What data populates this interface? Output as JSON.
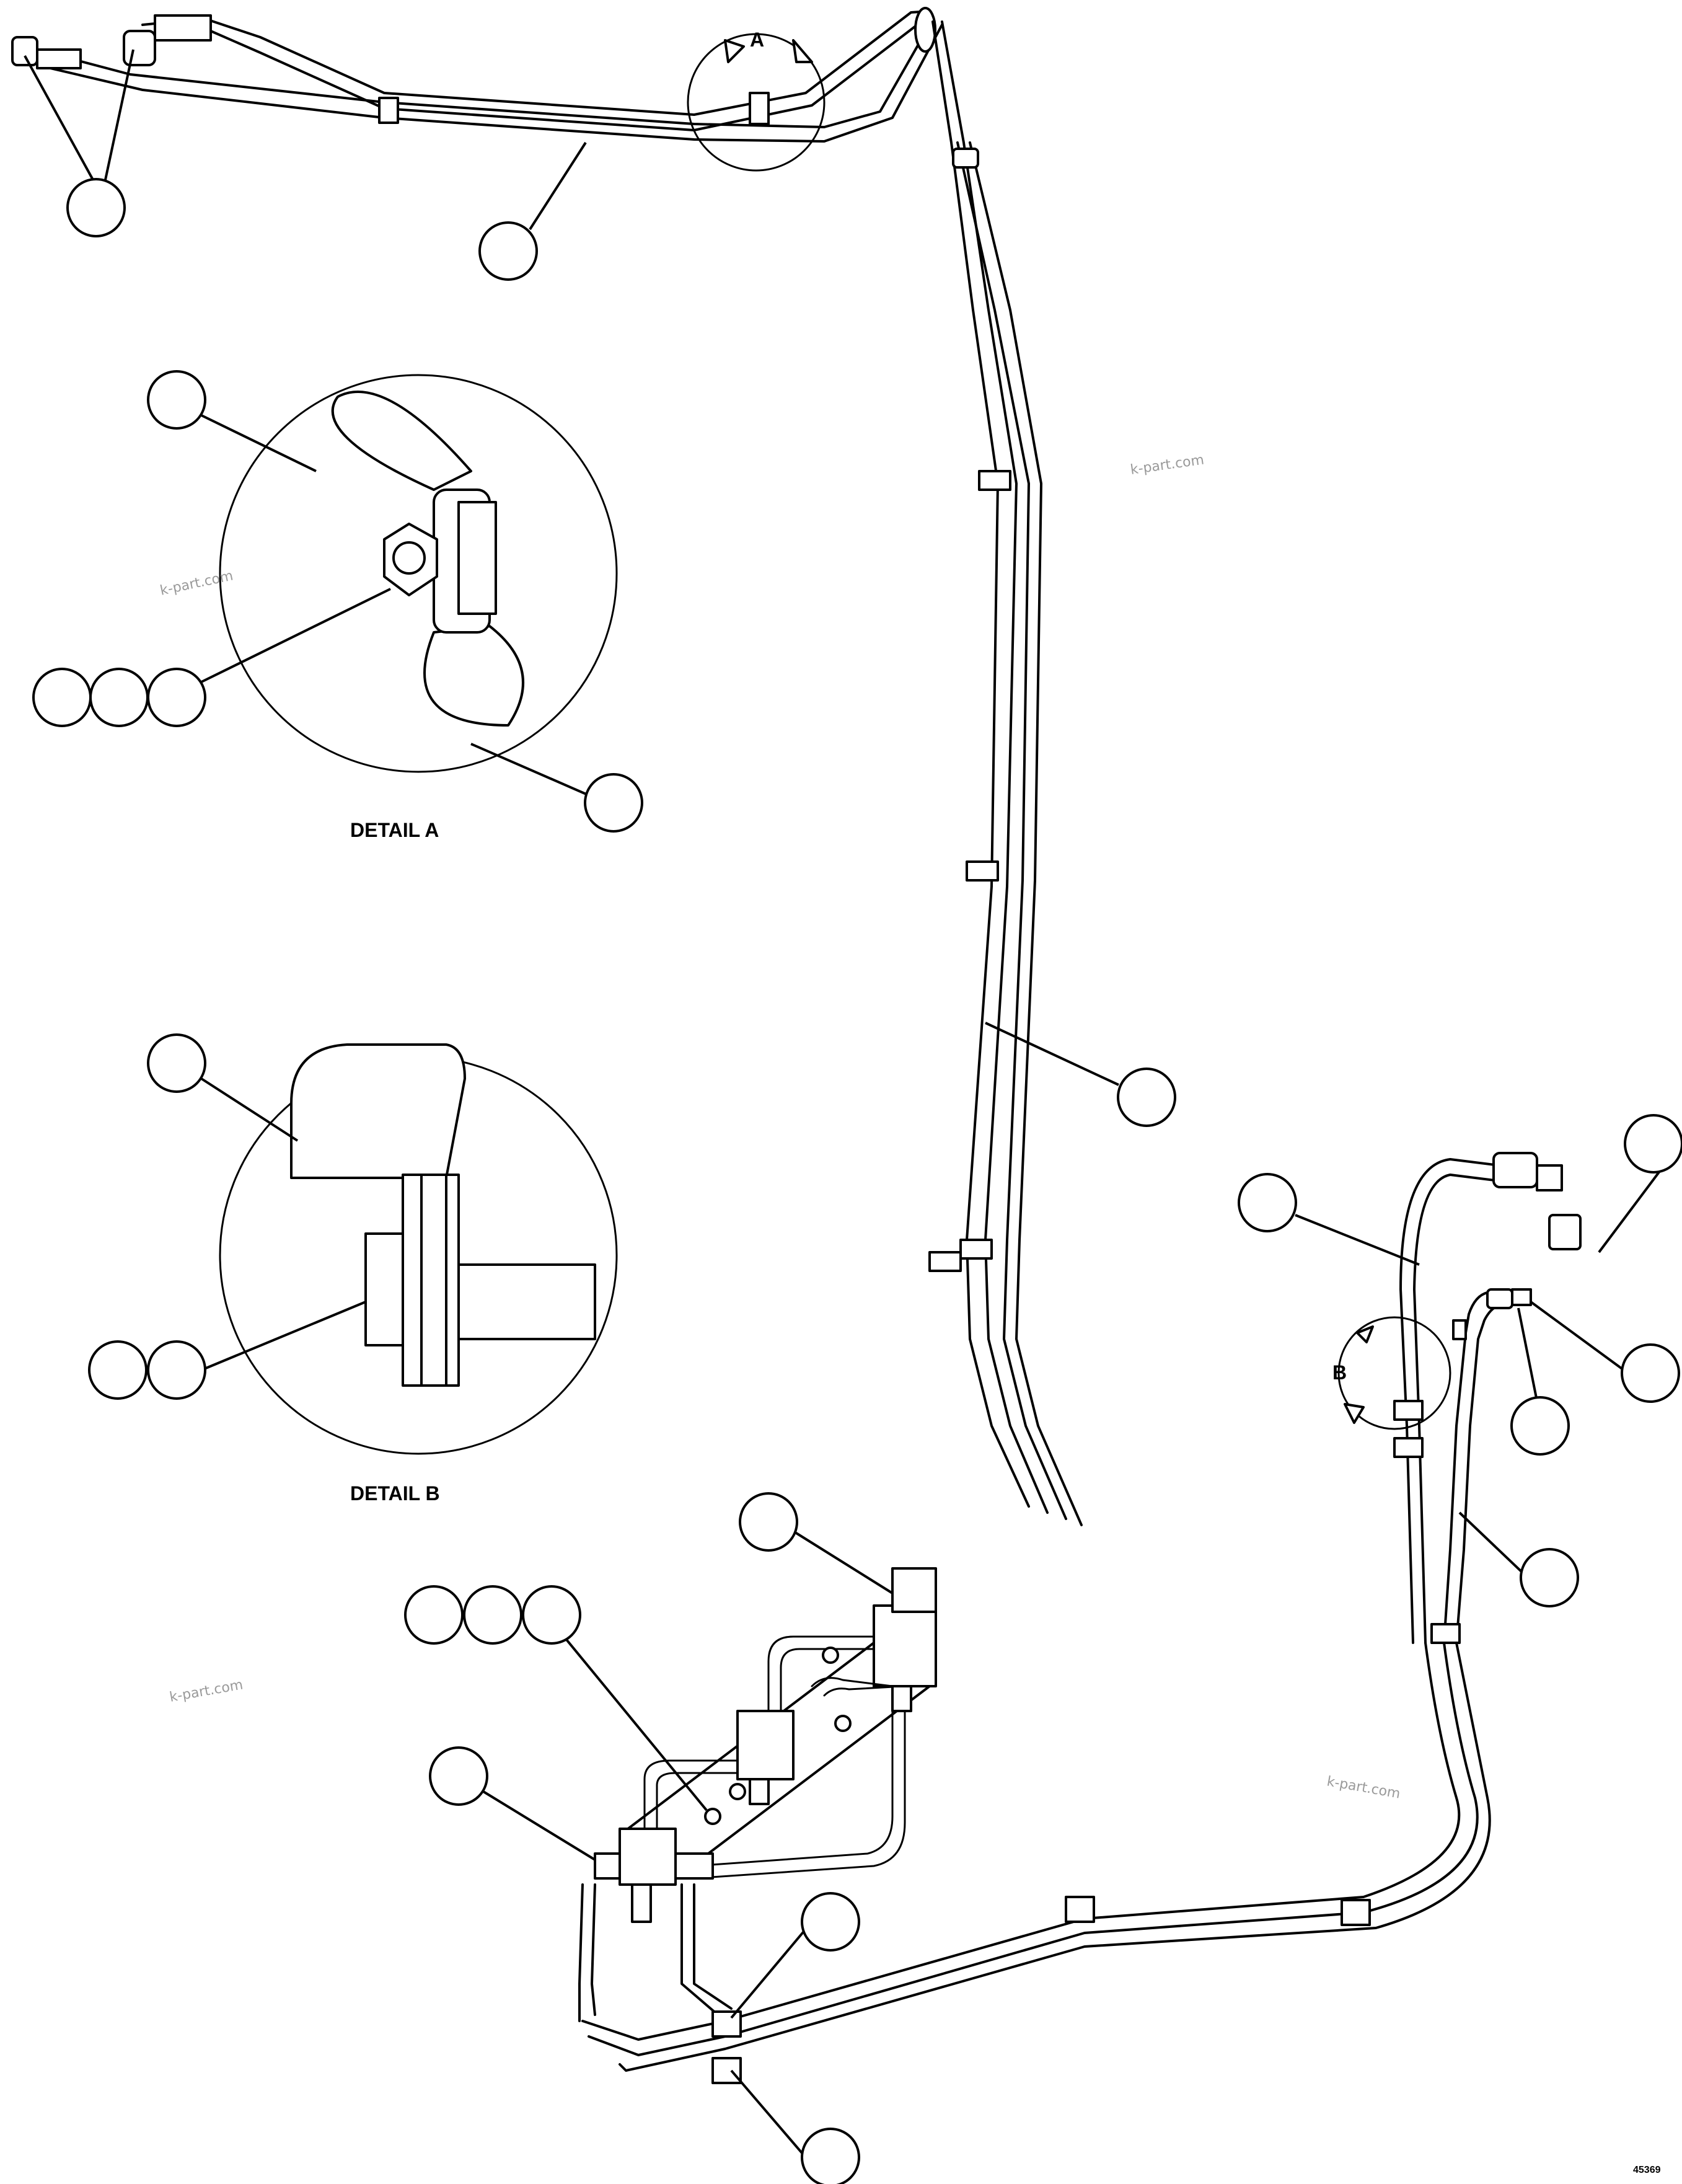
{
  "detail_a": {
    "caption": "DETAIL A",
    "view_letter": "A"
  },
  "detail_b": {
    "caption": "DETAIL B",
    "view_letter": "B"
  },
  "watermark": "k-part.com",
  "figure_number": "45369"
}
